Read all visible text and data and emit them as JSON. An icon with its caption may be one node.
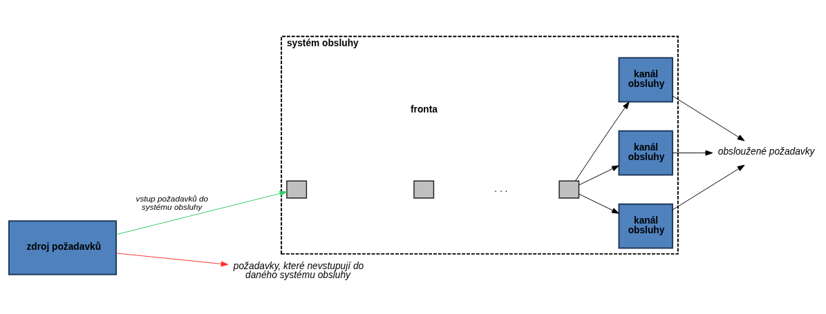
{
  "diagram": {
    "nodes": [
      {
        "text": [
          "systém obsluhy"
        ]
      },
      {
        "text": [
          "zdroj požadavků"
        ]
      },
      {
        "text": [],
        "shape": "box",
        "in": 0
      },
      {
        "text": [],
        "shape": "box",
        "in": 0
      },
      {
        "text": [],
        "shape": "box",
        "in": 0
      },
      {
        "text": [
          "kanál obsluhy"
        ],
        "in": 0
      },
      {
        "text": [
          "kanál obsluhy"
        ],
        "in": 0
      },
      {
        "text": [
          "kanál obsluhy"
        ],
        "in": 0
      },
      {
        "text": [
          "obsloužené požadavky"
        ]
      },
      {
        "text": [
          "požadavky, které nevstupují do daného systému obsluhy"
        ]
      }
    ],
    "edges": [
      {
        "from": 1,
        "to": 2,
        "arrow": "to",
        "label": "vstup požadavků do systému obsluhy",
        "color": "#33cc66"
      },
      {
        "from": 1,
        "to": 9,
        "arrow": "to",
        "color": "#ff3333"
      },
      {
        "from": 4,
        "to": 5,
        "arrow": "to"
      },
      {
        "from": 4,
        "to": 6,
        "arrow": "to"
      },
      {
        "from": 4,
        "to": 7,
        "arrow": "to"
      },
      {
        "from": 5,
        "to": 8,
        "arrow": "to"
      },
      {
        "from": 6,
        "to": 8,
        "arrow": "to"
      },
      {
        "from": 7,
        "to": 8,
        "arrow": "to"
      }
    ],
    "labels": [
      ". . .",
      "fronta"
    ]
  }
}
